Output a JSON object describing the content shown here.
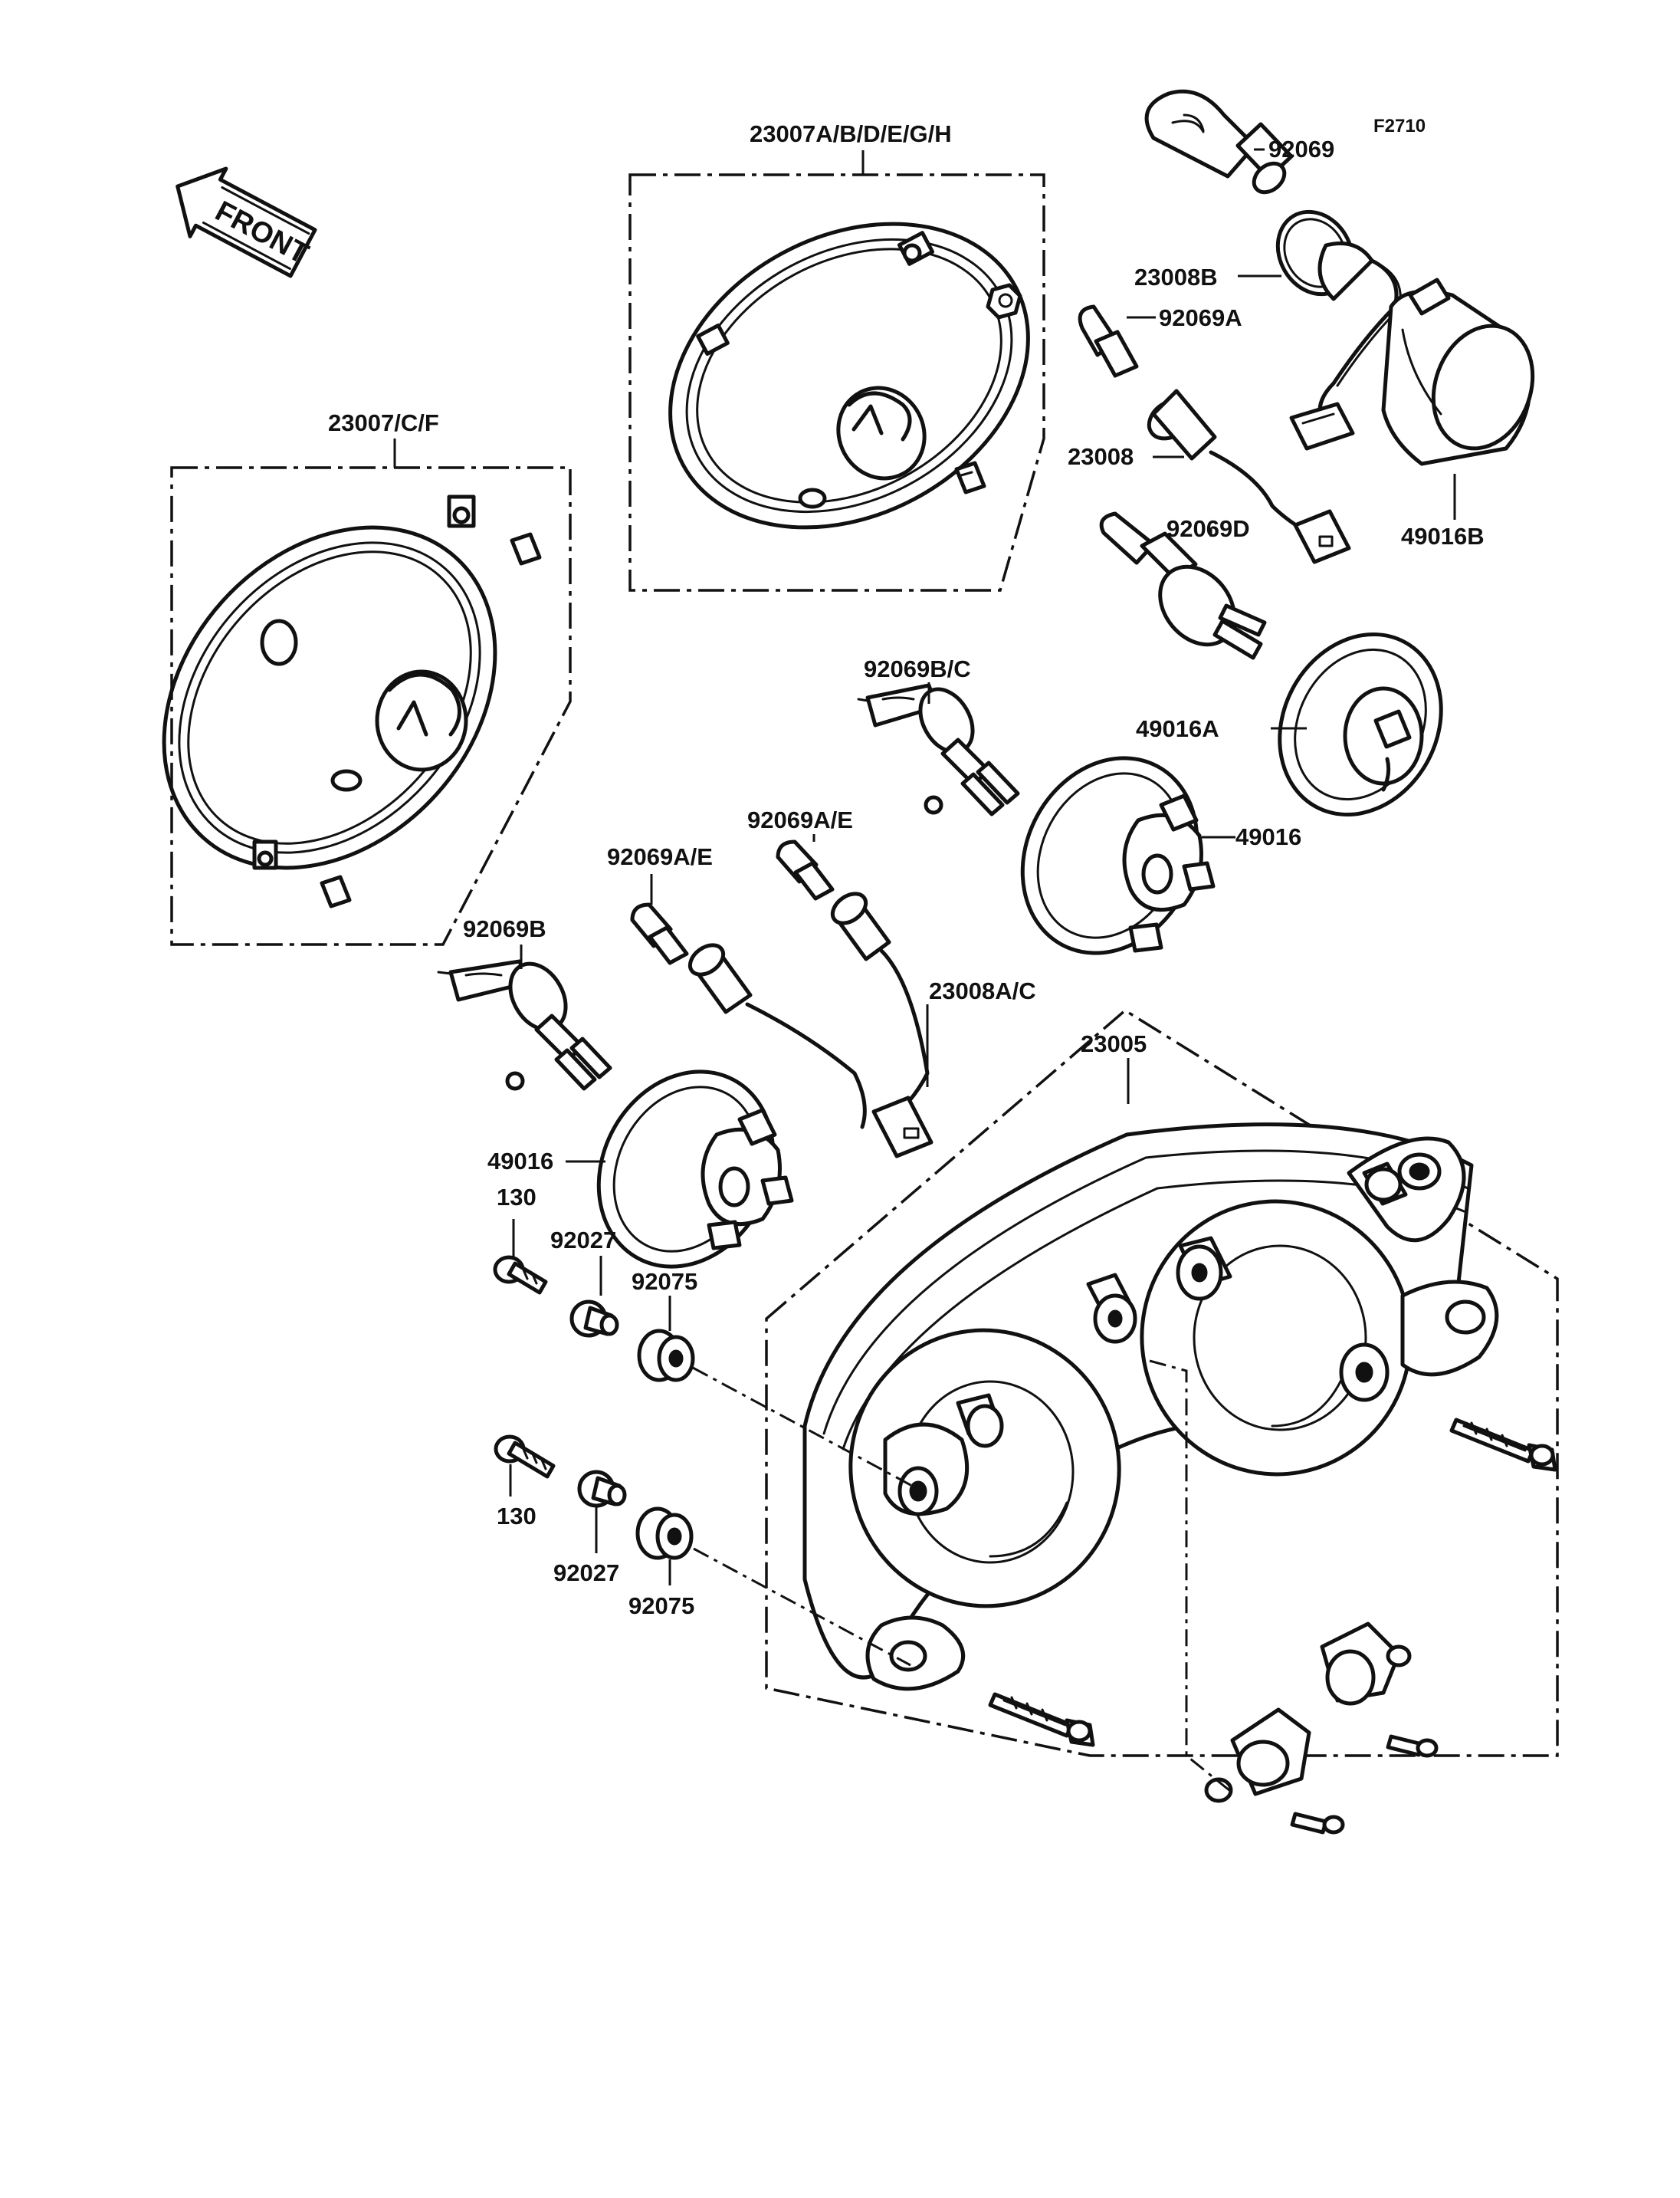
{
  "figure_code": "F2710",
  "direction_arrow": "FRONT",
  "callouts": {
    "ring_upper": "23007A/B/D/E/G/H",
    "ring_lower": "23007/C/F",
    "bulb_top": "92069",
    "socket_b": "23008B",
    "bulb_a": "92069A",
    "socket": "23008",
    "bulb_d": "92069D",
    "cover_b": "49016B",
    "cover_a": "49016A",
    "bulb_bc": "92069B/C",
    "cover_upper": "49016",
    "bulb_ae_upper": "92069A/E",
    "bulb_ae_lower": "92069A/E",
    "socket_ac": "23008A/C",
    "bulb_b": "92069B",
    "housing": "23005",
    "cover_lower": "49016",
    "bolt_upper": "130",
    "collar_upper": "92027",
    "grommet_upper": "92075",
    "bolt_lower": "130",
    "collar_lower": "92027",
    "grommet_lower": "92075"
  },
  "icons": {
    "front_arrow": "front-arrow-icon",
    "bulb": "bulb-icon",
    "socket": "socket-icon",
    "cover": "rubber-cover-icon",
    "ring": "mounting-ring-icon",
    "housing": "headlight-housing-icon",
    "bolt": "bolt-icon",
    "collar": "collar-icon",
    "grommet": "grommet-icon"
  }
}
